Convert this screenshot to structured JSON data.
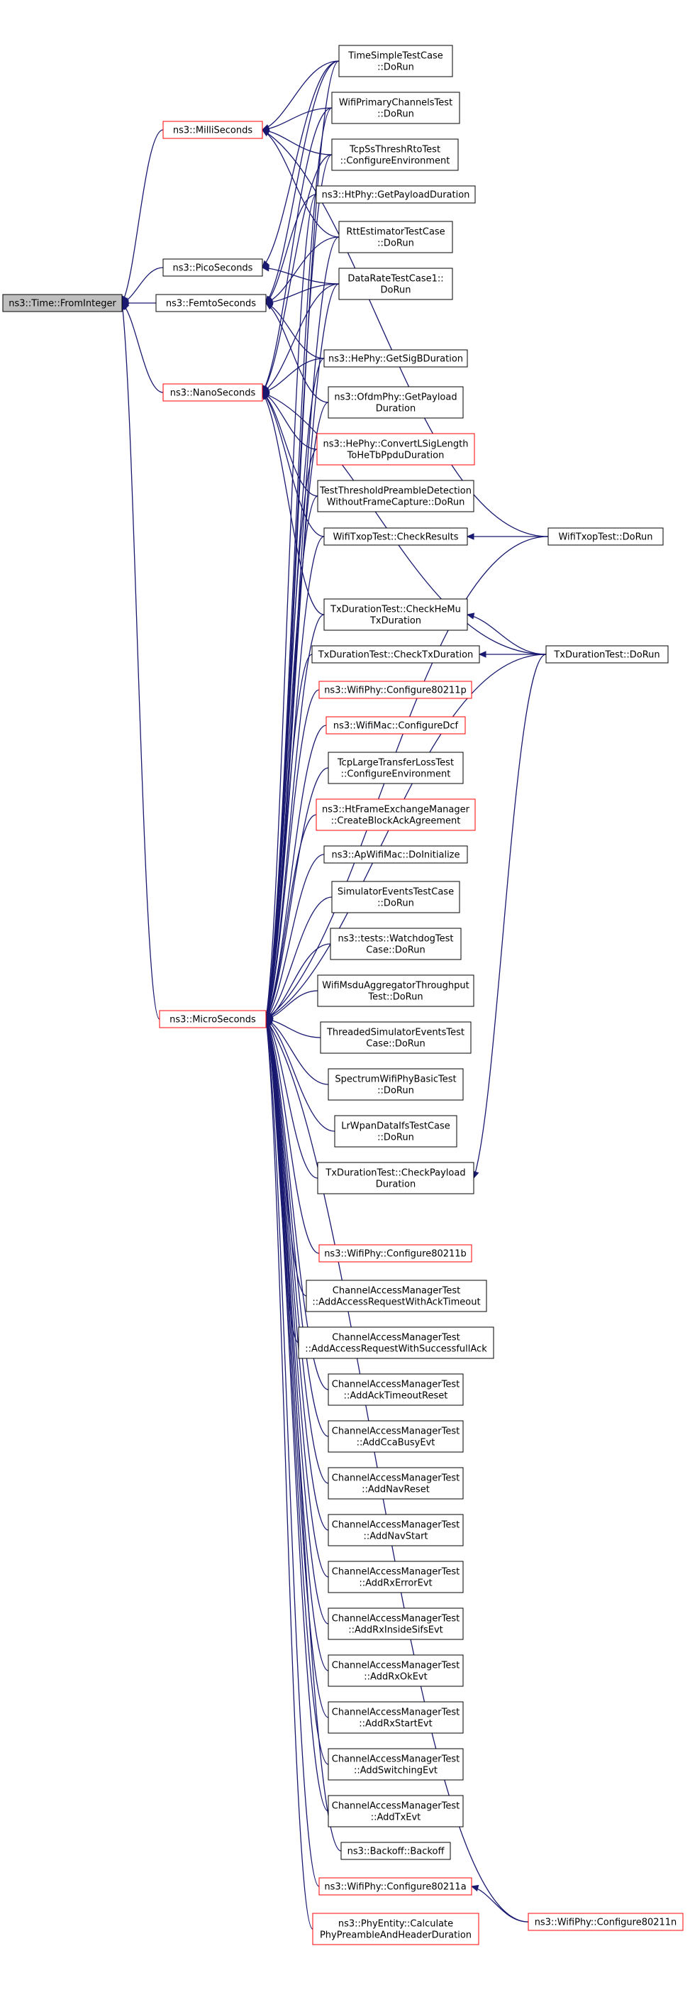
{
  "colors": {
    "edge": "#191970",
    "normal_border": "#000000",
    "incomplete_border": "#ff0000",
    "root_fill": "#bfbfbf"
  },
  "nodes": [
    {
      "id": "root",
      "lines": [
        "ns3::Time::FromInteger"
      ],
      "style": "root"
    },
    {
      "id": "ms",
      "lines": [
        "ns3::MilliSeconds"
      ],
      "style": "red"
    },
    {
      "id": "ps",
      "lines": [
        "ns3::PicoSeconds"
      ],
      "style": "normal"
    },
    {
      "id": "fs",
      "lines": [
        "ns3::FemtoSeconds"
      ],
      "style": "normal"
    },
    {
      "id": "ns",
      "lines": [
        "ns3::NanoSeconds"
      ],
      "style": "red"
    },
    {
      "id": "us",
      "lines": [
        "ns3::MicroSeconds"
      ],
      "style": "red"
    },
    {
      "id": "tstc",
      "lines": [
        "TimeSimpleTestCase",
        "::DoRun"
      ],
      "style": "normal"
    },
    {
      "id": "wpct",
      "lines": [
        "WifiPrimaryChannelsTest",
        "::DoRun"
      ],
      "style": "normal"
    },
    {
      "id": "tcpss",
      "lines": [
        "TcpSsThreshRtoTest",
        "::ConfigureEnvironment"
      ],
      "style": "normal"
    },
    {
      "id": "htphy",
      "lines": [
        "ns3::HtPhy::GetPayloadDuration"
      ],
      "style": "normal"
    },
    {
      "id": "rtt",
      "lines": [
        "RttEstimatorTestCase",
        "::DoRun"
      ],
      "style": "normal"
    },
    {
      "id": "drtc",
      "lines": [
        "DataRateTestCase1::",
        "DoRun"
      ],
      "style": "normal"
    },
    {
      "id": "hesig",
      "lines": [
        "ns3::HePhy::GetSigBDuration"
      ],
      "style": "normal"
    },
    {
      "id": "ofdm",
      "lines": [
        "ns3::OfdmPhy::GetPayload",
        "Duration"
      ],
      "style": "normal"
    },
    {
      "id": "heconv",
      "lines": [
        "ns3::HePhy::ConvertLSigLength",
        "ToHeTbPpduDuration"
      ],
      "style": "red"
    },
    {
      "id": "ttpd",
      "lines": [
        "TestThresholdPreambleDetection",
        "WithoutFrameCapture::DoRun"
      ],
      "style": "normal"
    },
    {
      "id": "wtcr",
      "lines": [
        "WifiTxopTest::CheckResults"
      ],
      "style": "normal"
    },
    {
      "id": "wtdr",
      "lines": [
        "WifiTxopTest::DoRun"
      ],
      "style": "normal"
    },
    {
      "id": "tdhemu",
      "lines": [
        "TxDurationTest::CheckHeMu",
        "TxDuration"
      ],
      "style": "normal"
    },
    {
      "id": "tdctx",
      "lines": [
        "TxDurationTest::CheckTxDuration"
      ],
      "style": "normal"
    },
    {
      "id": "tddr",
      "lines": [
        "TxDurationTest::DoRun"
      ],
      "style": "normal"
    },
    {
      "id": "c80211p",
      "lines": [
        "ns3::WifiPhy::Configure80211p"
      ],
      "style": "red"
    },
    {
      "id": "cdcf",
      "lines": [
        "ns3::WifiMac::ConfigureDcf"
      ],
      "style": "red"
    },
    {
      "id": "tcplt",
      "lines": [
        "TcpLargeTransferLossTest",
        "::ConfigureEnvironment"
      ],
      "style": "normal"
    },
    {
      "id": "htfem",
      "lines": [
        "ns3::HtFrameExchangeManager",
        "::CreateBlockAckAgreement"
      ],
      "style": "red"
    },
    {
      "id": "apwm",
      "lines": [
        "ns3::ApWifiMac::DoInitialize"
      ],
      "style": "normal"
    },
    {
      "id": "simev",
      "lines": [
        "SimulatorEventsTestCase",
        "::DoRun"
      ],
      "style": "normal"
    },
    {
      "id": "wdog",
      "lines": [
        "ns3::tests::WatchdogTest",
        "Case::DoRun"
      ],
      "style": "normal"
    },
    {
      "id": "wmsdu",
      "lines": [
        "WifiMsduAggregatorThroughput",
        "Test::DoRun"
      ],
      "style": "normal"
    },
    {
      "id": "tsim",
      "lines": [
        "ThreadedSimulatorEventsTest",
        "Case::DoRun"
      ],
      "style": "normal"
    },
    {
      "id": "swpb",
      "lines": [
        "SpectrumWifiPhyBasicTest",
        "::DoRun"
      ],
      "style": "normal"
    },
    {
      "id": "lrwpan",
      "lines": [
        "LrWpanDataIfsTestCase",
        "::DoRun"
      ],
      "style": "normal"
    },
    {
      "id": "tdcpd",
      "lines": [
        "TxDurationTest::CheckPayload",
        "Duration"
      ],
      "style": "normal"
    },
    {
      "id": "c80211b",
      "lines": [
        "ns3::WifiPhy::Configure80211b"
      ],
      "style": "red"
    },
    {
      "id": "cam1",
      "lines": [
        "ChannelAccessManagerTest",
        "::AddAccessRequestWithAckTimeout"
      ],
      "style": "normal"
    },
    {
      "id": "cam2",
      "lines": [
        "ChannelAccessManagerTest",
        "::AddAccessRequestWithSuccessfullAck"
      ],
      "style": "normal"
    },
    {
      "id": "cam3",
      "lines": [
        "ChannelAccessManagerTest",
        "::AddAckTimeoutReset"
      ],
      "style": "normal"
    },
    {
      "id": "cam4",
      "lines": [
        "ChannelAccessManagerTest",
        "::AddCcaBusyEvt"
      ],
      "style": "normal"
    },
    {
      "id": "cam5",
      "lines": [
        "ChannelAccessManagerTest",
        "::AddNavReset"
      ],
      "style": "normal"
    },
    {
      "id": "cam6",
      "lines": [
        "ChannelAccessManagerTest",
        "::AddNavStart"
      ],
      "style": "normal"
    },
    {
      "id": "cam7",
      "lines": [
        "ChannelAccessManagerTest",
        "::AddRxErrorEvt"
      ],
      "style": "normal"
    },
    {
      "id": "cam8",
      "lines": [
        "ChannelAccessManagerTest",
        "::AddRxInsideSifsEvt"
      ],
      "style": "normal"
    },
    {
      "id": "cam9",
      "lines": [
        "ChannelAccessManagerTest",
        "::AddRxOkEvt"
      ],
      "style": "normal"
    },
    {
      "id": "cam10",
      "lines": [
        "ChannelAccessManagerTest",
        "::AddRxStartEvt"
      ],
      "style": "normal"
    },
    {
      "id": "cam11",
      "lines": [
        "ChannelAccessManagerTest",
        "::AddSwitchingEvt"
      ],
      "style": "normal"
    },
    {
      "id": "cam12",
      "lines": [
        "ChannelAccessManagerTest",
        "::AddTxEvt"
      ],
      "style": "normal"
    },
    {
      "id": "backoff",
      "lines": [
        "ns3::Backoff::Backoff"
      ],
      "style": "normal"
    },
    {
      "id": "c80211a",
      "lines": [
        "ns3::WifiPhy::Configure80211a"
      ],
      "style": "red"
    },
    {
      "id": "phyent",
      "lines": [
        "ns3::PhyEntity::Calculate",
        "PhyPreambleAndHeaderDuration"
      ],
      "style": "red"
    },
    {
      "id": "c80211n",
      "lines": [
        "ns3::WifiPhy::Configure80211n"
      ],
      "style": "red"
    }
  ],
  "edges": [
    [
      "ms",
      "root"
    ],
    [
      "ps",
      "root"
    ],
    [
      "fs",
      "root"
    ],
    [
      "ns",
      "root"
    ],
    [
      "us",
      "root"
    ],
    [
      "tstc",
      "ms"
    ],
    [
      "wpct",
      "ms"
    ],
    [
      "tcpss",
      "ms"
    ],
    [
      "rtt",
      "ms"
    ],
    [
      "wtdr",
      "ms"
    ],
    [
      "tstc",
      "ps"
    ],
    [
      "drtc",
      "ps"
    ],
    [
      "tstc",
      "fs"
    ],
    [
      "drtc",
      "fs"
    ],
    [
      "htphy",
      "fs"
    ],
    [
      "rtt",
      "fs"
    ],
    [
      "hesig",
      "fs"
    ],
    [
      "ofdm",
      "fs"
    ],
    [
      "wpct",
      "ns"
    ],
    [
      "tcpss",
      "ns"
    ],
    [
      "drtc",
      "ns"
    ],
    [
      "hesig",
      "ns"
    ],
    [
      "heconv",
      "ns"
    ],
    [
      "ttpd",
      "ns"
    ],
    [
      "wtcr",
      "ns"
    ],
    [
      "tdhemu",
      "ns"
    ],
    [
      "tddr",
      "ns"
    ],
    [
      "tstc",
      "us"
    ],
    [
      "wpct",
      "us"
    ],
    [
      "tcpss",
      "us"
    ],
    [
      "htphy",
      "us"
    ],
    [
      "rtt",
      "us"
    ],
    [
      "drtc",
      "us"
    ],
    [
      "hesig",
      "us"
    ],
    [
      "ofdm",
      "us"
    ],
    [
      "heconv",
      "us"
    ],
    [
      "ttpd",
      "us"
    ],
    [
      "wtcr",
      "us"
    ],
    [
      "wtdr",
      "us"
    ],
    [
      "tdhemu",
      "us"
    ],
    [
      "tdctx",
      "us"
    ],
    [
      "c80211p",
      "us"
    ],
    [
      "cdcf",
      "us"
    ],
    [
      "tcplt",
      "us"
    ],
    [
      "htfem",
      "us"
    ],
    [
      "apwm",
      "us"
    ],
    [
      "simev",
      "us"
    ],
    [
      "wdog",
      "us"
    ],
    [
      "wmsdu",
      "us"
    ],
    [
      "tsim",
      "us"
    ],
    [
      "swpb",
      "us"
    ],
    [
      "lrwpan",
      "us"
    ],
    [
      "tdcpd",
      "us"
    ],
    [
      "tddr",
      "us"
    ],
    [
      "c80211b",
      "us"
    ],
    [
      "cam1",
      "us"
    ],
    [
      "cam2",
      "us"
    ],
    [
      "cam3",
      "us"
    ],
    [
      "cam4",
      "us"
    ],
    [
      "cam5",
      "us"
    ],
    [
      "cam6",
      "us"
    ],
    [
      "cam7",
      "us"
    ],
    [
      "cam8",
      "us"
    ],
    [
      "cam9",
      "us"
    ],
    [
      "cam10",
      "us"
    ],
    [
      "cam11",
      "us"
    ],
    [
      "cam12",
      "us"
    ],
    [
      "backoff",
      "us"
    ],
    [
      "c80211a",
      "us"
    ],
    [
      "phyent",
      "us"
    ],
    [
      "c80211n",
      "us"
    ],
    [
      "wtdr",
      "wtcr"
    ],
    [
      "tddr",
      "tdhemu"
    ],
    [
      "tddr",
      "tdctx"
    ],
    [
      "tddr",
      "tdcpd"
    ],
    [
      "c80211n",
      "c80211a"
    ]
  ]
}
